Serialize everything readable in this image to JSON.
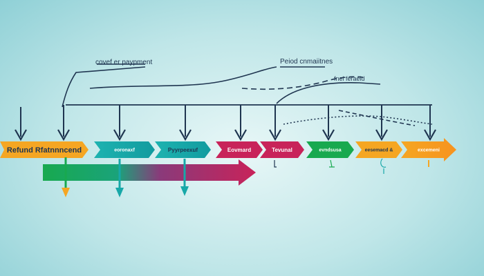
{
  "annotations": {
    "top_left": "covef er paypment",
    "top_right": "Peiod cnmaiitnes",
    "mid_right": "fnel feraeid"
  },
  "timeline": {
    "segments": [
      {
        "label": "Refund Rfatnnncend",
        "color": "#f5a623"
      },
      {
        "label": "eoronaxf",
        "color": "#17a8a8"
      },
      {
        "label": "Pyyrpeexuf",
        "color": "#17a8a8"
      },
      {
        "label": "Eovmard",
        "color": "#c8235a"
      },
      {
        "label": "Tevunal",
        "color": "#c8235a"
      },
      {
        "label": "evndsusa",
        "color": "#18a94f"
      },
      {
        "label": "eesemacd &",
        "color": "#f5a623"
      },
      {
        "label": "excemeni",
        "color": "#f7931e"
      }
    ]
  },
  "colors": {
    "navy": "#1f3550",
    "orange": "#f5a623",
    "teal": "#17a8a8",
    "magenta": "#c8235a",
    "green": "#18a94f"
  }
}
